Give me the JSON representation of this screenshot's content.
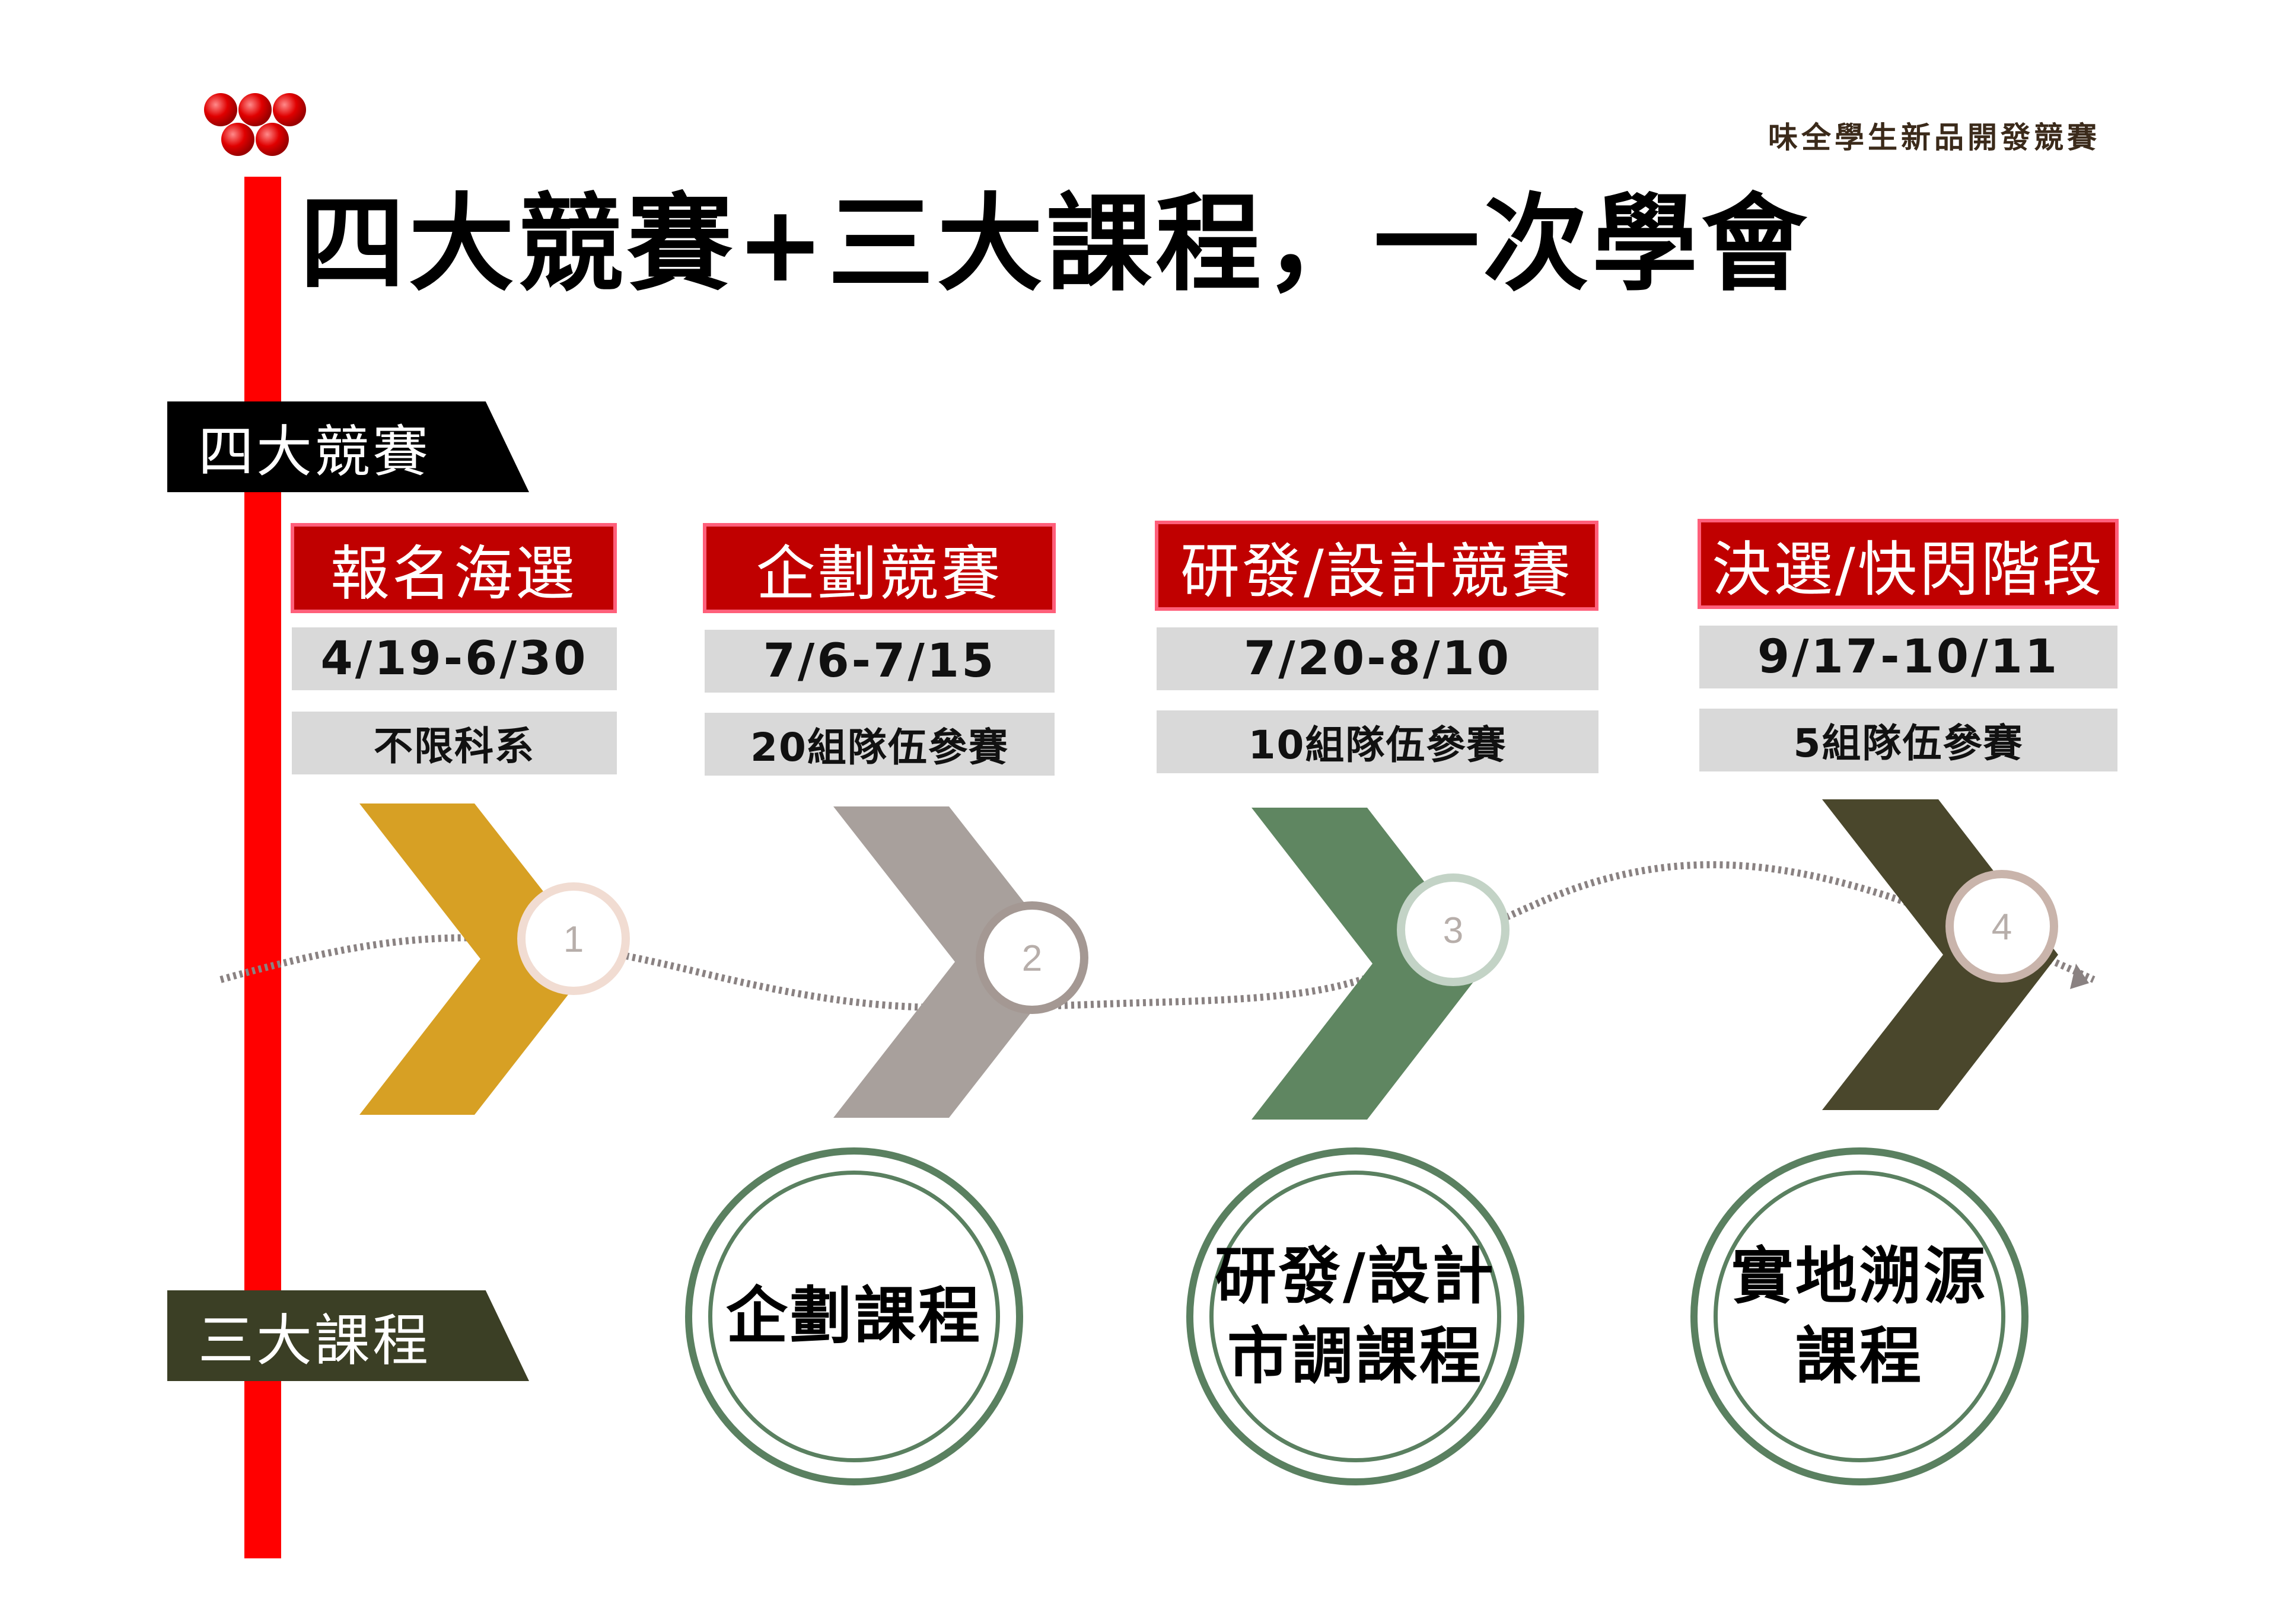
{
  "brand": "味全學生新品開發競賽",
  "title": "四大競賽+三大課程，一次學會",
  "tags": {
    "competitions": "四大競賽",
    "courses": "三大課程"
  },
  "stages": [
    {
      "name": "報名海選",
      "dates": "4/19-6/30",
      "teams": "不限科系",
      "step": "1",
      "color": "#d7a024",
      "ring": "#f1dcd2"
    },
    {
      "name": "企劃競賽",
      "dates": "7/6-7/15",
      "teams": "20組隊伍參賽",
      "step": "2",
      "color": "#a8a09c",
      "ring": "#a49893"
    },
    {
      "name": "研發/設計競賽",
      "dates": "7/20-8/10",
      "teams": "10組隊伍參賽",
      "step": "3",
      "color": "#5f8661",
      "ring": "#c3d3c6"
    },
    {
      "name": "決選/快閃階段",
      "dates": "9/17-10/11",
      "teams": "5組隊伍參賽",
      "step": "4",
      "color": "#4a472c",
      "ring": "#c9b4ab"
    }
  ],
  "courses": [
    {
      "lines": [
        "企劃課程"
      ]
    },
    {
      "lines": [
        "研發/設計",
        "市調課程"
      ]
    },
    {
      "lines": [
        "實地溯源",
        "課程"
      ]
    }
  ],
  "colors": {
    "red_bar": "#ff0000",
    "stage_header": "#c00000",
    "course_ring": "#5a8060"
  }
}
